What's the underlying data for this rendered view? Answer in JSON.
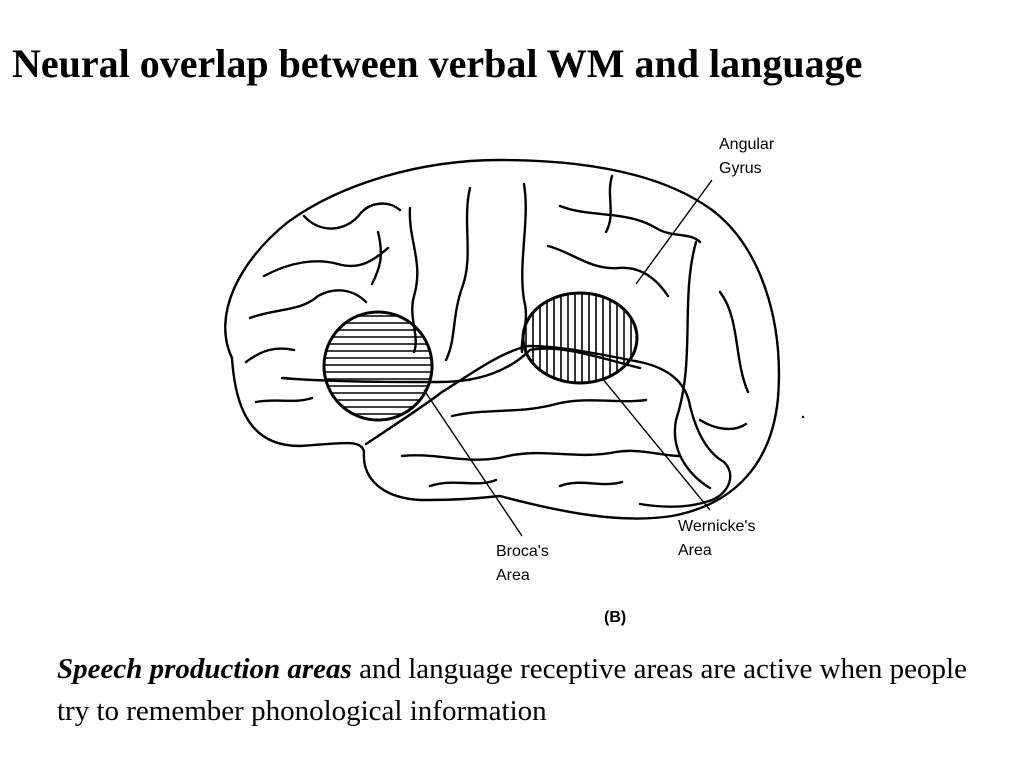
{
  "slide": {
    "title": "Neural overlap between verbal WM and language"
  },
  "diagram": {
    "labels": {
      "angular_gyrus": "Angular\nGyrus",
      "brocas_area": "Broca's\nArea",
      "wernickes_area": "Wernicke's\nArea",
      "panel": "(B)"
    }
  },
  "caption": {
    "emphasis": "Speech production areas",
    "rest": " and language receptive areas are active when people try to remember phonological information"
  }
}
